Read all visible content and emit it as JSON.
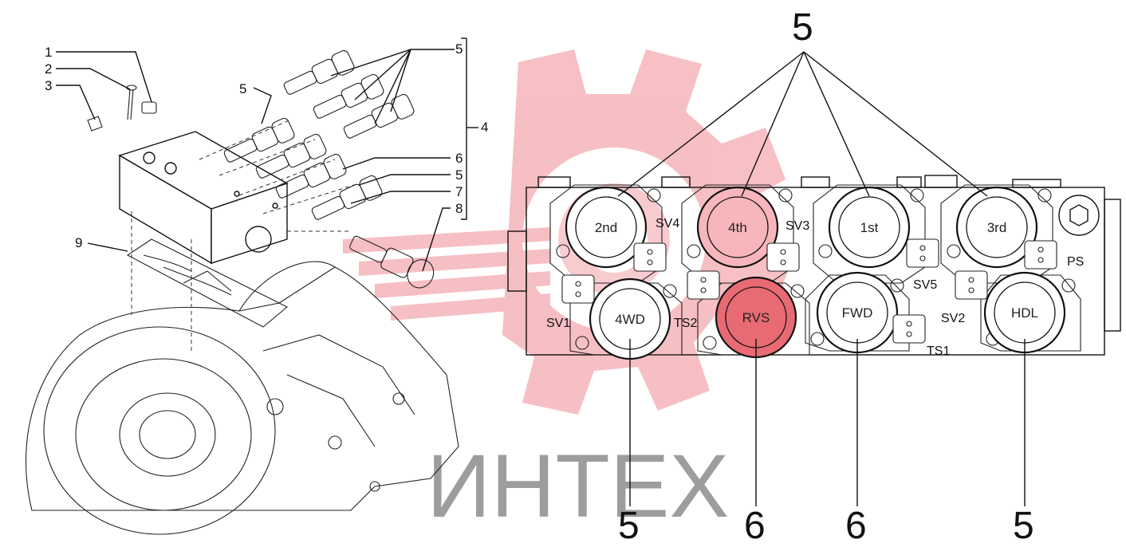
{
  "watermark": {
    "text": "ИНТЕХ",
    "color": "#f08c93",
    "text_color": "#8c8c8c"
  },
  "exploded_view": {
    "callouts": [
      "1",
      "2",
      "3",
      "5",
      "5",
      "4",
      "6",
      "5",
      "7",
      "8",
      "9"
    ]
  },
  "valve_block": {
    "solenoids": [
      {
        "label": "2nd",
        "connector": "SV4"
      },
      {
        "label": "4th",
        "connector": "SV3"
      },
      {
        "label": "1st",
        "connector": "SV5"
      },
      {
        "label": "3rd",
        "connector": "SV2"
      },
      {
        "label": "4WD",
        "connector": "SV1"
      },
      {
        "label": "RVS",
        "connector": "TS2"
      },
      {
        "label": "FWD",
        "connector": "TS1"
      },
      {
        "label": "HDL",
        "connector": "PS"
      }
    ],
    "top_callout": "5",
    "bottom_callouts": [
      "5",
      "6",
      "6",
      "5"
    ]
  }
}
